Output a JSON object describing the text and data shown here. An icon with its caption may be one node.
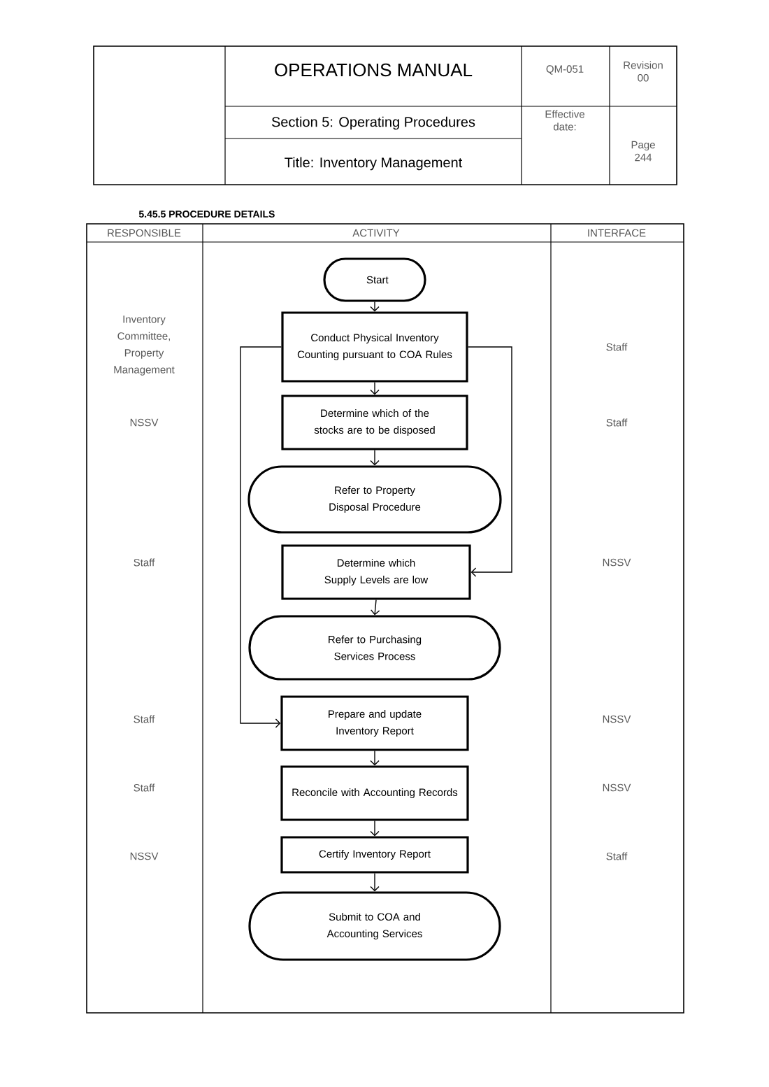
{
  "diagram": {
    "nodes": [
      {
        "text": [
          "Start"
        ]
      },
      {
        "text": [
          "Conduct Physical Inventory Counting pursuant to COA Rules"
        ]
      },
      {
        "text": [
          "Determine which of the stocks are to be disposed"
        ]
      },
      {
        "text": [
          "Refer to Property Disposal Procedure"
        ]
      },
      {
        "text": [
          "Determine which Supply Levels are low"
        ]
      },
      {
        "text": [
          "Refer to Purchasing Services Process"
        ]
      },
      {
        "text": [
          "Prepare and update Inventory Report"
        ]
      },
      {
        "text": [
          "Reconcile with Accounting Records"
        ]
      },
      {
        "text": [
          "Certify Inventory Report"
        ]
      },
      {
        "text": [
          "Submit to COA and Accounting Services"
        ]
      }
    ],
    "edges": [
      {
        "from": 0,
        "to": 1,
        "arrow": "to"
      },
      {
        "from": 1,
        "to": 2,
        "arrow": "to"
      },
      {
        "from": 2,
        "to": 3,
        "arrow": "to"
      },
      {
        "from": 1,
        "to": 4,
        "arrow": "to"
      },
      {
        "from": 4,
        "to": 5,
        "arrow": "to"
      },
      {
        "from": 1,
        "to": 6,
        "arrow": "to"
      },
      {
        "from": 6,
        "to": 7,
        "arrow": "to"
      },
      {
        "from": 7,
        "to": 8,
        "arrow": "to"
      },
      {
        "from": 8,
        "to": 9,
        "arrow": "to"
      }
    ],
    "labels": [
      "OPERATIONS MANUAL",
      "QM-051",
      "Revision 00",
      "Section 5: Operating Procedures",
      "Effective date:",
      "Page 244",
      "Title: Inventory Management",
      "5.45.5 PROCEDURE DETAILS",
      "RESPONSIBLE",
      "ACTIVITY",
      "INTERFACE",
      "Inventory Committee, Property Management",
      "Staff",
      "NSSV",
      "Staff",
      "Staff",
      "NSSV",
      "Staff",
      "NSSV",
      "Staff",
      "NSSV",
      "NSSV",
      "Staff"
    ]
  }
}
